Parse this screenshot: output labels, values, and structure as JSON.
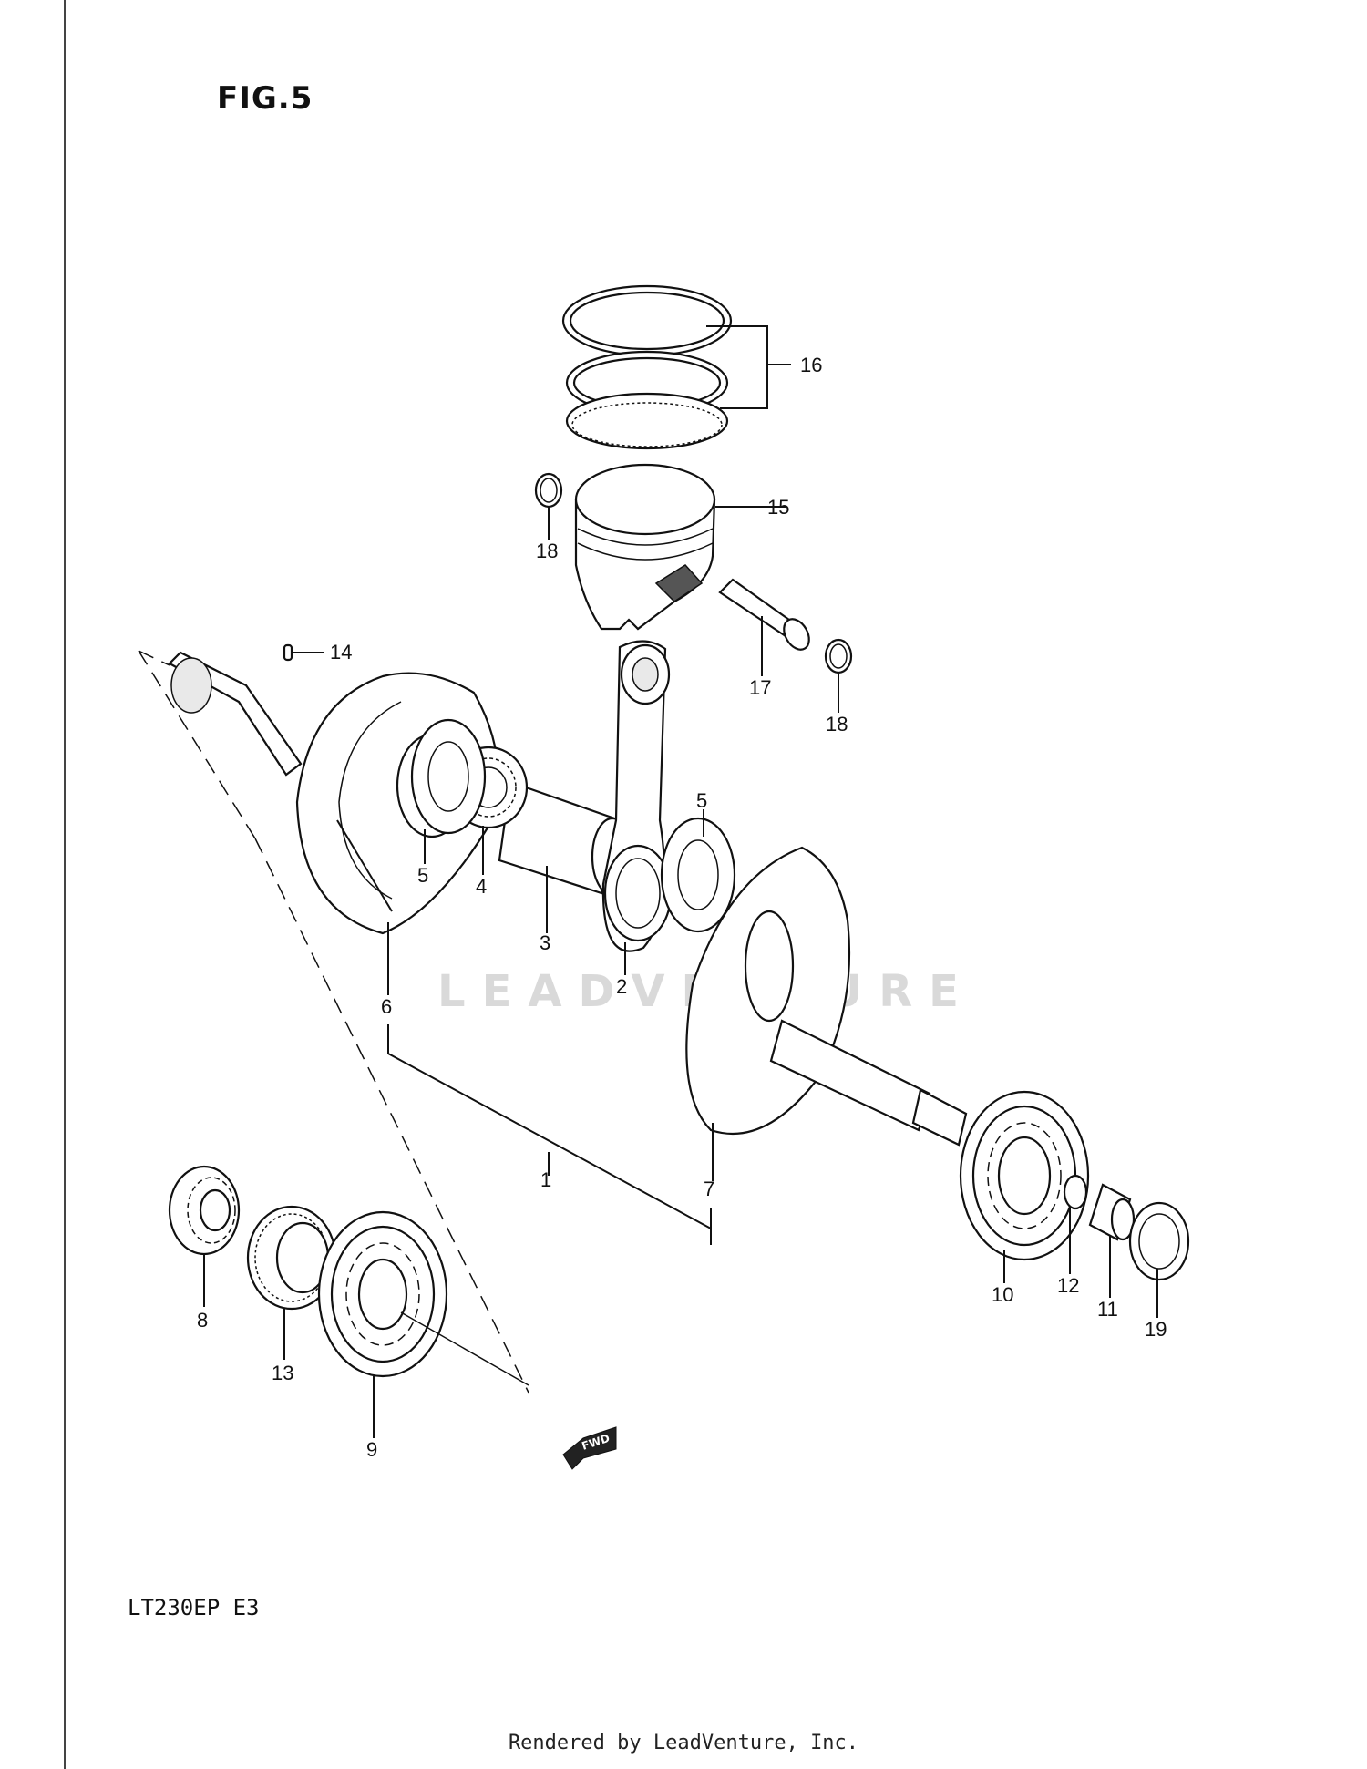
{
  "figure": {
    "title": "FIG.5",
    "model_code": "LT230EP  E3",
    "footer": "Rendered by LeadVenture, Inc.",
    "watermark": "LEADVENTURE",
    "fwd_label": "FWD"
  },
  "callouts": [
    {
      "id": "1",
      "label": "1"
    },
    {
      "id": "2",
      "label": "2"
    },
    {
      "id": "3",
      "label": "3"
    },
    {
      "id": "4",
      "label": "4"
    },
    {
      "id": "5a",
      "label": "5"
    },
    {
      "id": "5b",
      "label": "5"
    },
    {
      "id": "6",
      "label": "6"
    },
    {
      "id": "7",
      "label": "7"
    },
    {
      "id": "8",
      "label": "8"
    },
    {
      "id": "9",
      "label": "9"
    },
    {
      "id": "10",
      "label": "10"
    },
    {
      "id": "11",
      "label": "11"
    },
    {
      "id": "12",
      "label": "12"
    },
    {
      "id": "13",
      "label": "13"
    },
    {
      "id": "14",
      "label": "14"
    },
    {
      "id": "15",
      "label": "15"
    },
    {
      "id": "16",
      "label": "16"
    },
    {
      "id": "17",
      "label": "17"
    },
    {
      "id": "18a",
      "label": "18"
    },
    {
      "id": "18b",
      "label": "18"
    },
    {
      "id": "19",
      "label": "19"
    }
  ]
}
